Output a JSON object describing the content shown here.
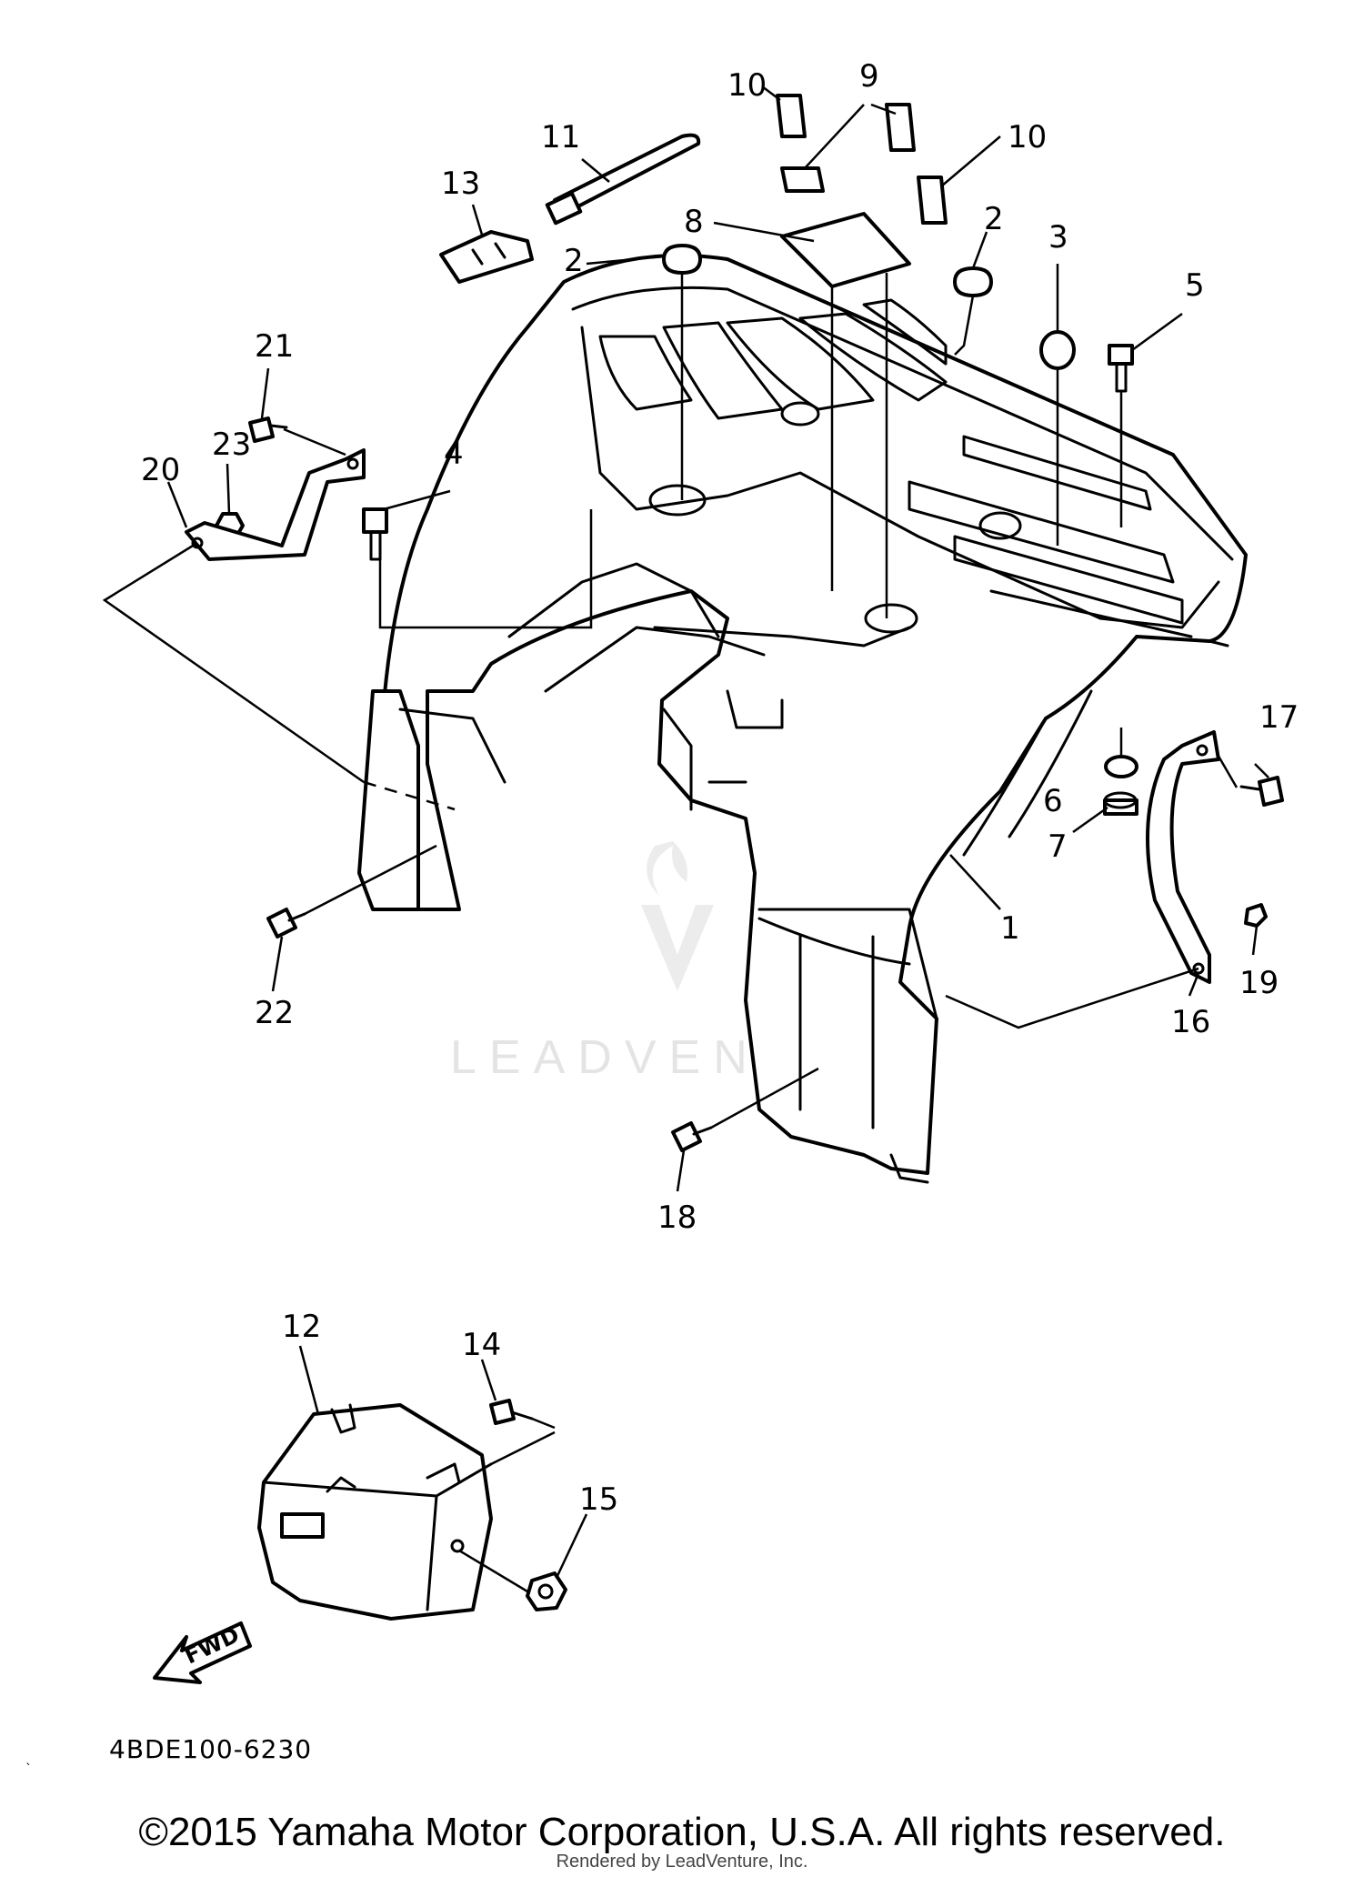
{
  "callouts": [
    {
      "id": "1",
      "text": "1"
    },
    {
      "id": "2a",
      "text": "2"
    },
    {
      "id": "2b",
      "text": "2"
    },
    {
      "id": "3",
      "text": "3"
    },
    {
      "id": "4",
      "text": "4"
    },
    {
      "id": "5",
      "text": "5"
    },
    {
      "id": "6",
      "text": "6"
    },
    {
      "id": "7",
      "text": "7"
    },
    {
      "id": "8",
      "text": "8"
    },
    {
      "id": "9",
      "text": "9"
    },
    {
      "id": "10a",
      "text": "10"
    },
    {
      "id": "10b",
      "text": "10"
    },
    {
      "id": "11",
      "text": "11"
    },
    {
      "id": "12",
      "text": "12"
    },
    {
      "id": "13",
      "text": "13"
    },
    {
      "id": "14",
      "text": "14"
    },
    {
      "id": "15",
      "text": "15"
    },
    {
      "id": "16",
      "text": "16"
    },
    {
      "id": "17",
      "text": "17"
    },
    {
      "id": "18",
      "text": "18"
    },
    {
      "id": "19",
      "text": "19"
    },
    {
      "id": "20",
      "text": "20"
    },
    {
      "id": "21",
      "text": "21"
    },
    {
      "id": "22",
      "text": "22"
    },
    {
      "id": "23",
      "text": "23"
    }
  ],
  "fwd_label": "FWD",
  "diagram_code": "4BDE100-6230",
  "watermark": "LEADVENTURE",
  "copyright": "©2015 Yamaha Motor Corporation, U.S.A. All rights reserved.",
  "rendered_by": "Rendered by LeadVenture, Inc."
}
